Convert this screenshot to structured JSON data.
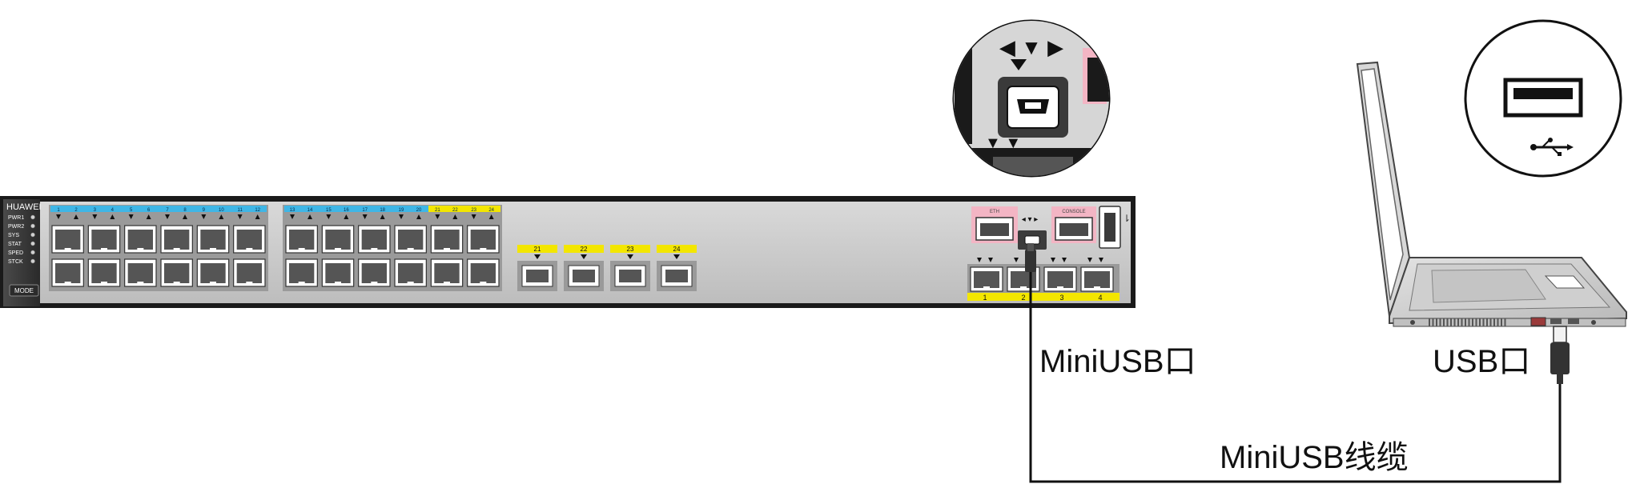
{
  "switch": {
    "brand": "HUAWEI",
    "leds": [
      "PWR1",
      "PWR2",
      "SYS",
      "STAT",
      "SPED",
      "STCK"
    ],
    "mode_label": "MODE",
    "group1_numbers": [
      "1",
      "2",
      "3",
      "4",
      "5",
      "6",
      "7",
      "8",
      "9",
      "10",
      "11",
      "12"
    ],
    "group2_numbers": [
      "13",
      "14",
      "15",
      "16",
      "17",
      "18",
      "19",
      "20",
      "21",
      "22",
      "23",
      "24"
    ],
    "sfp_numbers": [
      "21",
      "22",
      "23",
      "24"
    ],
    "right_port_numbers": [
      "1",
      "2",
      "3",
      "4"
    ],
    "eth_label": "ETH",
    "console_label": "CONSOLE",
    "colors": {
      "port_strip_blue": "#3fb6e6",
      "port_strip_yellow": "#f3e600",
      "panel": "#c9c9c9",
      "eth_pink": "#f3b5c4"
    }
  },
  "labels": {
    "miniusb_port": "MiniUSB口",
    "usb_port": "USB口",
    "cable": "MiniUSB线缆"
  },
  "icons": [
    "mini-usb-port-icon",
    "usb-port-icon",
    "usb-symbol-icon",
    "laptop-icon"
  ]
}
